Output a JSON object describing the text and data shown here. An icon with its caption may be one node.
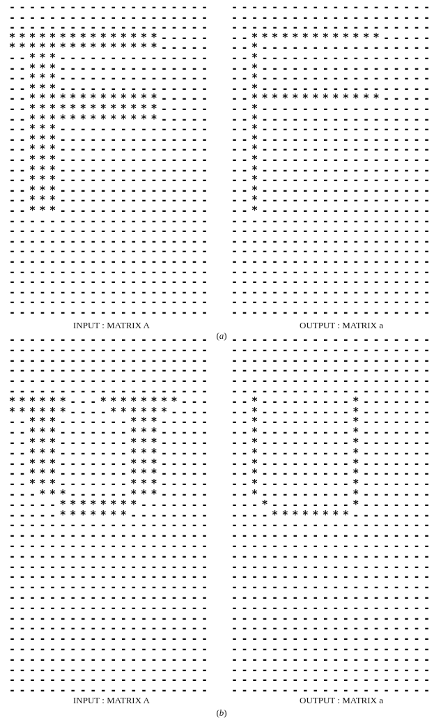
{
  "diagram": {
    "labels": [
      "--------------------",
      "--------------------",
      "--------------------",
      "***************-----",
      "***************-----",
      "--***---------------",
      "--***---------------",
      "--***---------------",
      "--***---------------",
      "--*************-----",
      "--*************-----",
      "--*************-----",
      "--***---------------",
      "--***---------------",
      "--***---------------",
      "--***---------------",
      "--***---------------",
      "--***---------------",
      "--***---------------",
      "--***---------------",
      "--***---------------",
      "--------------------",
      "--------------------",
      "--------------------",
      "--------------------",
      "--------------------",
      "--------------------",
      "--------------------",
      "--------------------",
      "--------------------",
      "--------------------",
      "--------------------",
      "--------------------",
      "--------------------",
      "--*************-----",
      "--*-----------------",
      "--*-----------------",
      "--*-----------------",
      "--*-----------------",
      "--*-----------------",
      "--*************-----",
      "--*-----------------",
      "--*-----------------",
      "--*-----------------",
      "--*-----------------",
      "--*-----------------",
      "--*-----------------",
      "--*-----------------",
      "--*-----------------",
      "--*-----------------",
      "--*-----------------",
      "--*-----------------",
      "--------------------",
      "--------------------",
      "--------------------",
      "--------------------",
      "--------------------",
      "--------------------",
      "--------------------",
      "--------------------",
      "--------------------",
      "--------------------",
      "INPUT : MATRIX A",
      "OUTPUT : MATRIX a",
      "(*a*)",
      "--------------------",
      "--------------------",
      "--------------------",
      "--------------------",
      "--------------------",
      "--------------------",
      "******---********---",
      "******----******----",
      "--***-------***-----",
      "--***-------***-----",
      "--***-------***-----",
      "--***-------***-----",
      "--***-------***-----",
      "--***-------***-----",
      "--***-------***-----",
      "---***------***-----",
      "-----********-------",
      "-----*******--------",
      "--------------------",
      "--------------------",
      "--------------------",
      "--------------------",
      "--------------------",
      "--------------------",
      "--------------------",
      "--------------------",
      "--------------------",
      "--------------------",
      "--------------------",
      "--------------------",
      "--------------------",
      "--------------------",
      "--------------------",
      "--------------------",
      "--------------------",
      "--------------------",
      "--------------------",
      "--------------------",
      "--------------------",
      "--------------------",
      "--------------------",
      "--*---------*-------",
      "--*---------*-------",
      "--*---------*-------",
      "--*---------*-------",
      "--*---------*-------",
      "--*---------*-------",
      "--*---------*-------",
      "--*---------*-------",
      "--*---------*-------",
      "--*---------*-------",
      "---*--------*-------",
      "----********--------",
      "--------------------",
      "--------------------",
      "--------------------",
      "--------------------",
      "--------------------",
      "--------------------",
      "--------------------",
      "--------------------",
      "--------------------",
      "--------------------",
      "--------------------",
      "--------------------",
      "--------------------",
      "--------------------",
      "--------------------",
      "--------------------",
      "--------------------",
      "INPUT : MATRIX A",
      "OUTPUT : MATRIX a",
      "(*b*)"
    ]
  }
}
